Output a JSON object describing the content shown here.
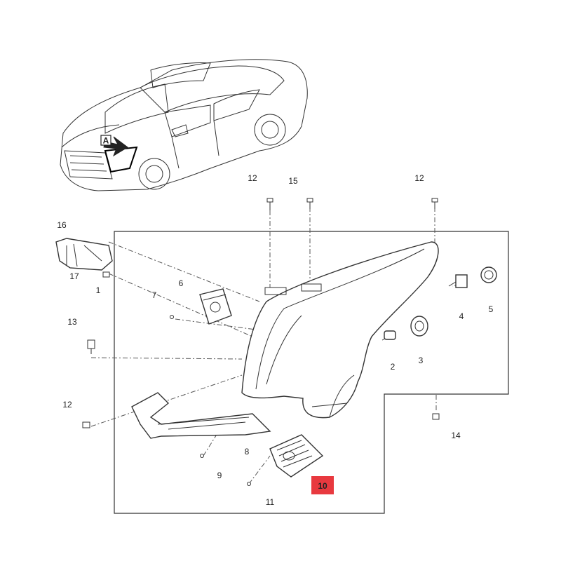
{
  "view_marker": "A",
  "callouts": {
    "c1": "1",
    "c2": "2",
    "c3": "3",
    "c4": "4",
    "c5": "5",
    "c6": "6",
    "c7": "7",
    "c8": "8",
    "c9": "9",
    "c10": "10",
    "c11": "11",
    "c12a": "12",
    "c12b": "12",
    "c12c": "12",
    "c13": "13",
    "c14": "14",
    "c15": "15",
    "c16": "16",
    "c17": "17"
  },
  "highlight_color": "#e8393f"
}
